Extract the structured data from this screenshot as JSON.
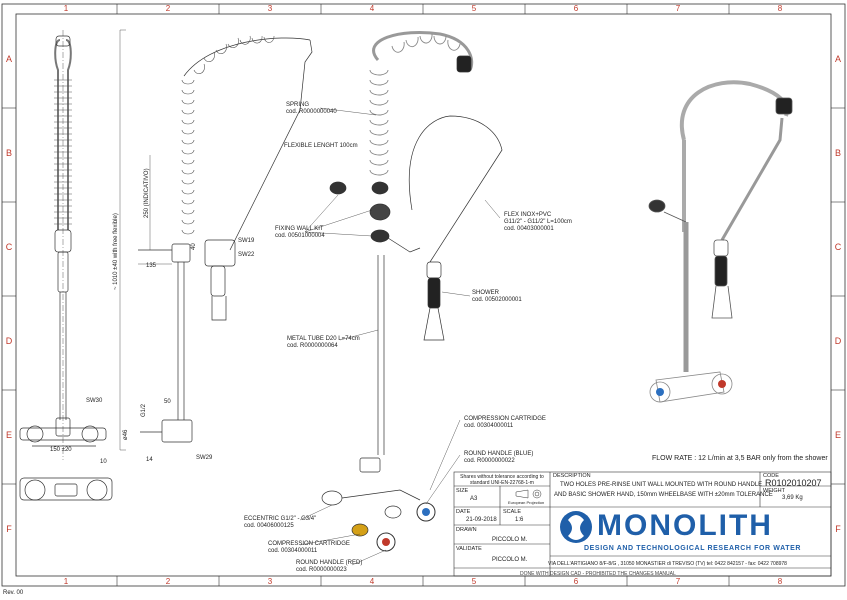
{
  "frame": {
    "columns": [
      "1",
      "2",
      "3",
      "4",
      "5",
      "6",
      "7",
      "8"
    ],
    "rows": [
      "A",
      "B",
      "C",
      "D",
      "E",
      "F"
    ],
    "accent": "#c0392b"
  },
  "side_view": {
    "flexible_length": "FLEXIBLE LENGHT 100cm",
    "height_dim": "~ 1010 ±40 with free flexible)",
    "height_dim2": "250 (INDICATIVO)",
    "dim_135": "135",
    "dim_40": "40",
    "sw19": "SW19",
    "sw22": "SW22",
    "sw29": "SW29",
    "g12": "G1/2",
    "d46": "ø46",
    "dim_50": "50",
    "dim_14": "14"
  },
  "front_view": {
    "sw30": "SW30",
    "dim_150": "150 ±20",
    "dim_10": "10"
  },
  "exploded": {
    "spring": {
      "name": "SPRING",
      "code": "cod. R0000000040"
    },
    "fixing_kit": {
      "name": "FIXING WALL KIT",
      "code": "cod. 00501000004"
    },
    "flex": {
      "name": "FLEX INOX+PVC",
      "spec": "G11/2\" - G11/2\" L=100cm",
      "code": "cod. 00403000001"
    },
    "shower": {
      "name": "SHOWER",
      "code": "cod. 00502000001"
    },
    "metal_tube": {
      "name": "METAL TUBE D20 L=74cm",
      "code": "cod. R0000000064"
    },
    "cartridge_top": {
      "name": "COMPRESSION CARTRIDGE",
      "code": "cod. 00304000011"
    },
    "handle_blue": {
      "name": "ROUND HANDLE (BLUE)",
      "code": "cod. R0000000022"
    },
    "eccentric": {
      "name": "ECCENTRIC G1/2\" - G3/4\"",
      "code": "cod. 00406000125"
    },
    "cartridge_bottom": {
      "name": "COMPRESSION CARTRIDGE",
      "code": "cod. 00304000011"
    },
    "handle_red": {
      "name": "ROUND HANDLE (RED)",
      "code": "cod. R0000000023"
    }
  },
  "flow_rate": "FLOW RATE : 12 L/min at 3,5 BAR only from the shower",
  "title_block": {
    "tolerance": "Shares without tolerance according to standard  UNI-EN-22768-1-m",
    "description_label": "DESCRIPTION",
    "description_1": "TWO HOLES PRE-RINSE UNIT WALL MOUNTED WITH ROUND HANDLE",
    "description_2": "AND BASIC SHOWER HAND, 150mm WHEELBASE WITH ±20mm TOLERANCE",
    "code_label": "CODE",
    "code": "R0102010207",
    "weight_label": "WEIGHT",
    "weight": "3,69 Kg",
    "size_label": "SIZE",
    "size": "A3",
    "projection": "European Projection",
    "date_label": "DATE",
    "date": "21-09-2018",
    "scale_label": "SCALE",
    "scale": "1:6",
    "drawn_label": "DRAWN",
    "drawn": "PICCOLO M.",
    "validate_label": "VALIDATE",
    "validate": "PICCOLO M.",
    "brand": "MONOLITH",
    "tagline": "DESIGN AND TECHNOLOGICAL RESEARCH FOR WATER",
    "address": "VIA DELL'ARTIGIANO 8/F-8/G , 31050 MONASTIER di TREVISO (TV) tel: 0422 842157 - fax: 0422 708978",
    "notice": "DONE WITH DESIGN CAD - PROHIBITED THE CHANGES MANUAL",
    "brand_color": "#1f5fa9"
  },
  "revision": "Rev. 00"
}
